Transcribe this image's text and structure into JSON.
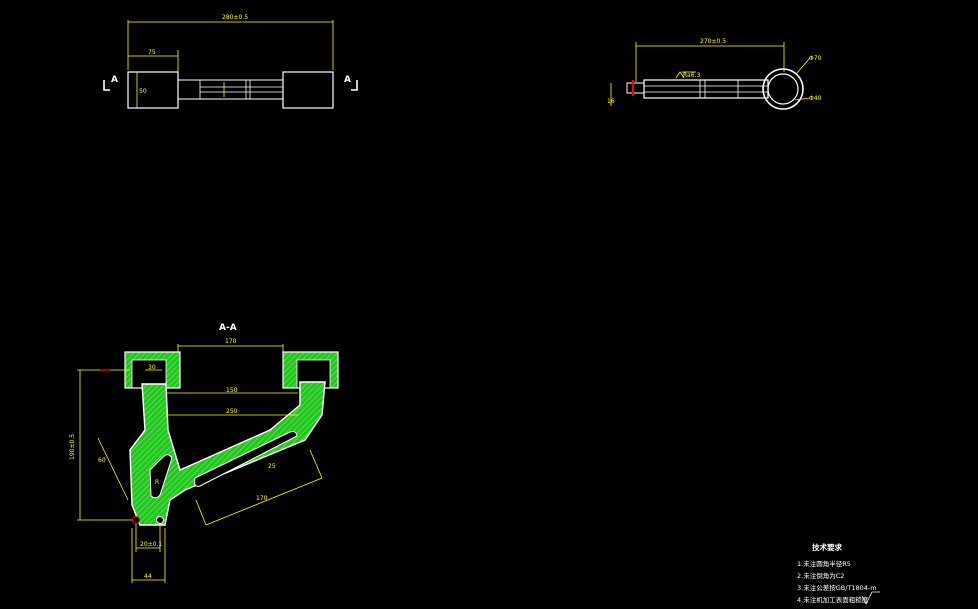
{
  "colors": {
    "background": "#000000",
    "outline": "#ffffff",
    "dimension": "#ffff00",
    "section_fill": "#22c81e",
    "hatch": "#8ee68a",
    "marker": "#ff0000"
  },
  "top_view": {
    "overall_dim": "280±0.5",
    "flange_dim": "75",
    "height_dim": "50",
    "section_mark_left": "A",
    "section_mark_right": "A"
  },
  "side_view": {
    "length_dim": "270±0.5",
    "roughness": "Ra6.3",
    "diameter_dim": "Φ70",
    "bore_dim": "Φ40",
    "height_dim": "16"
  },
  "section_view": {
    "section_label": "A-A",
    "top_gap_dim": "170",
    "pad_dim": "30",
    "span_dim_1": "150",
    "span_dim_2": "250",
    "height_dim": "190±0.5",
    "slot_dim_1": "60",
    "slot_dim_2": "25",
    "slot_dim_3": "R",
    "long_slot_dim": "170",
    "bottom_dim_1": "20±0.1",
    "bottom_dim_2": "44"
  },
  "technical_requirements": {
    "title": "技术要求",
    "items": [
      "1.未注圆角半径R5",
      "2.未注倒角为C2",
      "3.未注公差按GB/T1804-m",
      "4.未注机加工表面粗糙度"
    ]
  }
}
